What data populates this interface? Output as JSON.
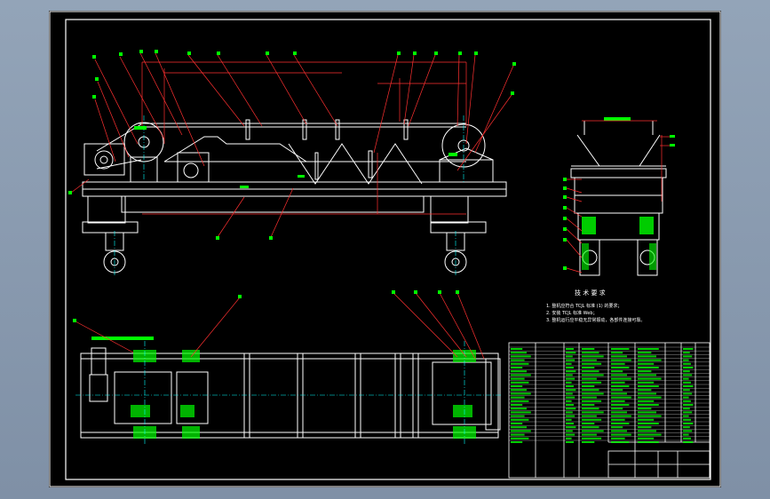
{
  "drawing": {
    "tech_requirements_title": "技 术 要 求",
    "tech_requirements": [
      "1. 整机应符合 TCJL 标准 (1) 的要求；",
      "2. 安装 TCJL 标准 Web；",
      "3. 整机运行应平稳无异常振动，各部件连接可靠。"
    ]
  },
  "colors": {
    "background": "#000000",
    "outline": "#ffffff",
    "leaders": "#ff3030",
    "annotations": "#00ff00",
    "centerlines": "#00ffff",
    "viewer_frame": "#8c9db2"
  },
  "icons": {
    "drive-motor": "motor-icon",
    "pulley": "pulley-icon",
    "caster": "wheel-icon"
  }
}
